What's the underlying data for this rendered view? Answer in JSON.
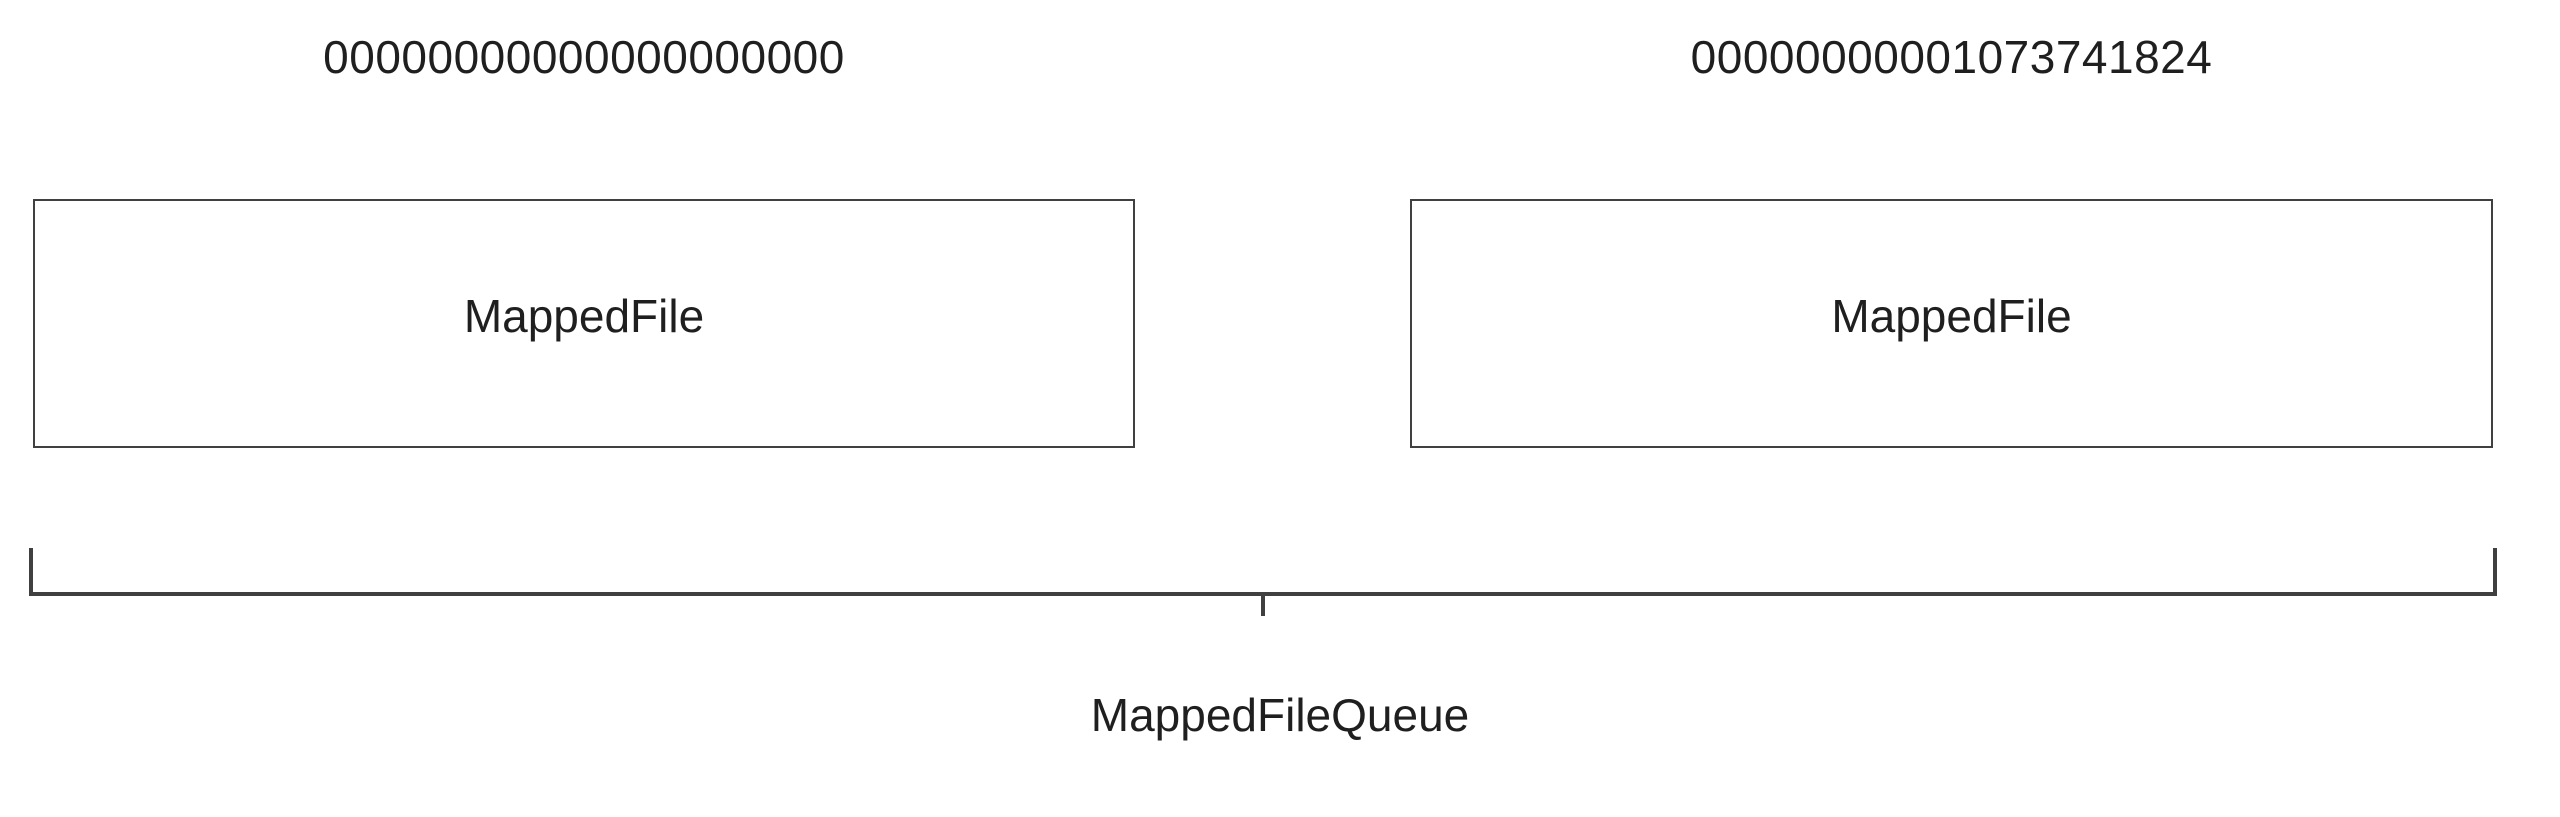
{
  "diagram": {
    "title": "MappedFileQueue",
    "background_color": "#ffffff",
    "stroke_color": "#404040",
    "text_color": "#1f1f1f",
    "files": [
      {
        "filename": "00000000000000000000",
        "box_label": "MappedFile"
      },
      {
        "filename": "00000000001073741824",
        "box_label": "MappedFile"
      }
    ],
    "bracket": {
      "caption": "MappedFileQueue",
      "divider_count": 1
    }
  }
}
